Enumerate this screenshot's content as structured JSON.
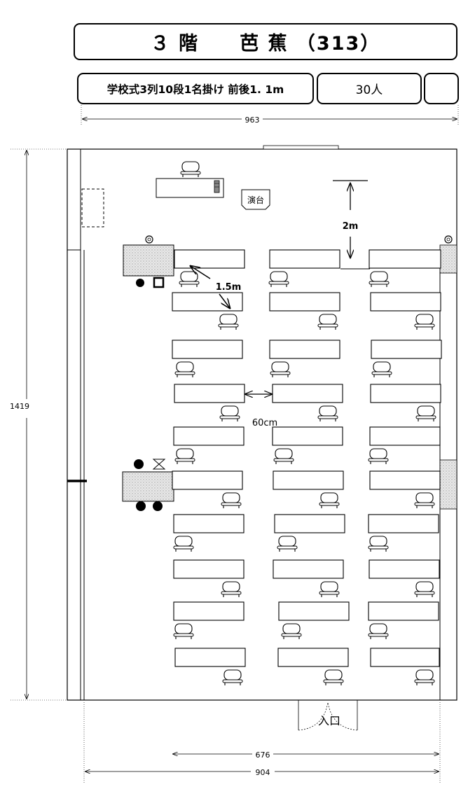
{
  "header": {
    "title": "３ 階　　芭 蕉 （313）",
    "layout": "学校式3列10段1名掛け 前後1. 1m",
    "capacity": "30人",
    "extra": ""
  },
  "dimensions": {
    "width_top": "963",
    "height_left": "1419",
    "width_bottom_inner": "676",
    "width_bottom_outer": "904"
  },
  "labels": {
    "podium": "演台",
    "front_gap": "2m",
    "diag_gap": "1.5m",
    "aisle_gap": "60cm",
    "entrance": "入口"
  },
  "icons": {
    "chair": "chair-icon",
    "microphone": "microphone-icon",
    "outlet": "outlet-icon",
    "speaker": "speaker-icon"
  }
}
